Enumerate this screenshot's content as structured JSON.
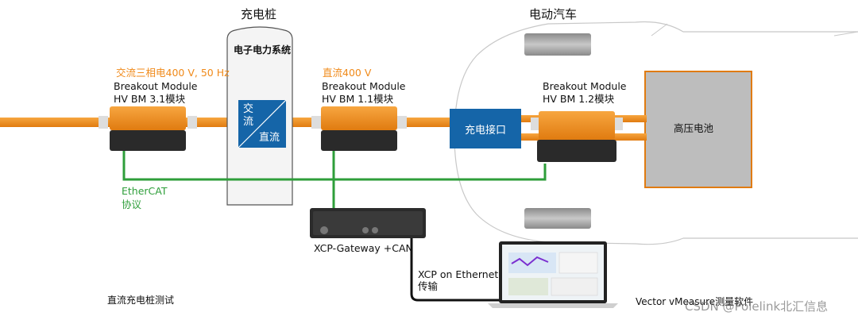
{
  "charger": {
    "title": "充电桩",
    "system": "电子电力系统",
    "converter_ac": "交\n流",
    "converter_dc": "直流"
  },
  "vehicle": {
    "title": "电动汽车",
    "charge_port": "充电接口",
    "battery": "高压电池"
  },
  "modules": [
    {
      "spec": "交流三相电400 V, 50 Hz",
      "name": "Breakout Module",
      "model": "HV BM 3.1模块"
    },
    {
      "spec": "直流400 V",
      "name": "Breakout Module",
      "model": "HV BM 1.1模块"
    },
    {
      "spec": "",
      "name": "Breakout Module",
      "model": "HV BM 1.2模块"
    }
  ],
  "ethercat": {
    "line1": "EtherCAT",
    "line2": "协议"
  },
  "gateway": {
    "label": "XCP-Gateway +CAN"
  },
  "xcp": {
    "line1": "XCP on Ethernet",
    "line2": "传输"
  },
  "footer": {
    "left": "直流充电桩测试",
    "right": "Vector vMeasure测量软件",
    "watermark": "CSDN @Polelink北汇信息"
  },
  "colors": {
    "cable": "#f08a1a",
    "green": "#2e9e3a",
    "blue": "#1565a8",
    "battery": "#bdbdbd"
  }
}
